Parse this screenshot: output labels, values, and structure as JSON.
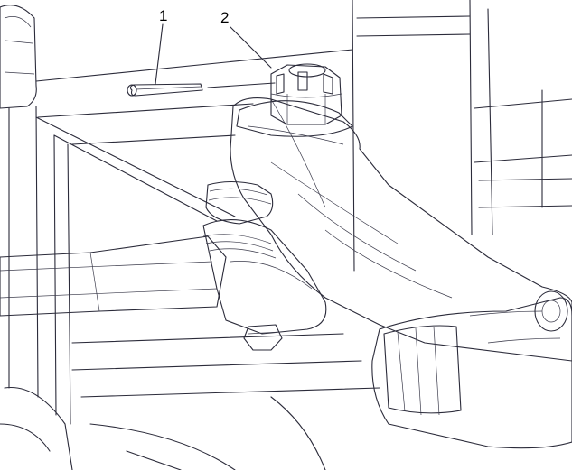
{
  "callouts": [
    {
      "id": "1",
      "label": "1"
    },
    {
      "id": "2",
      "label": "2"
    }
  ],
  "colors": {
    "background": "#ffffff",
    "part_fill": "#d9d9f3",
    "part_fill_dark": "#bcbce6",
    "highlight_orange": "#f39a2c",
    "highlight_orange_dark": "#d67912",
    "line": "#2b2b3a"
  }
}
